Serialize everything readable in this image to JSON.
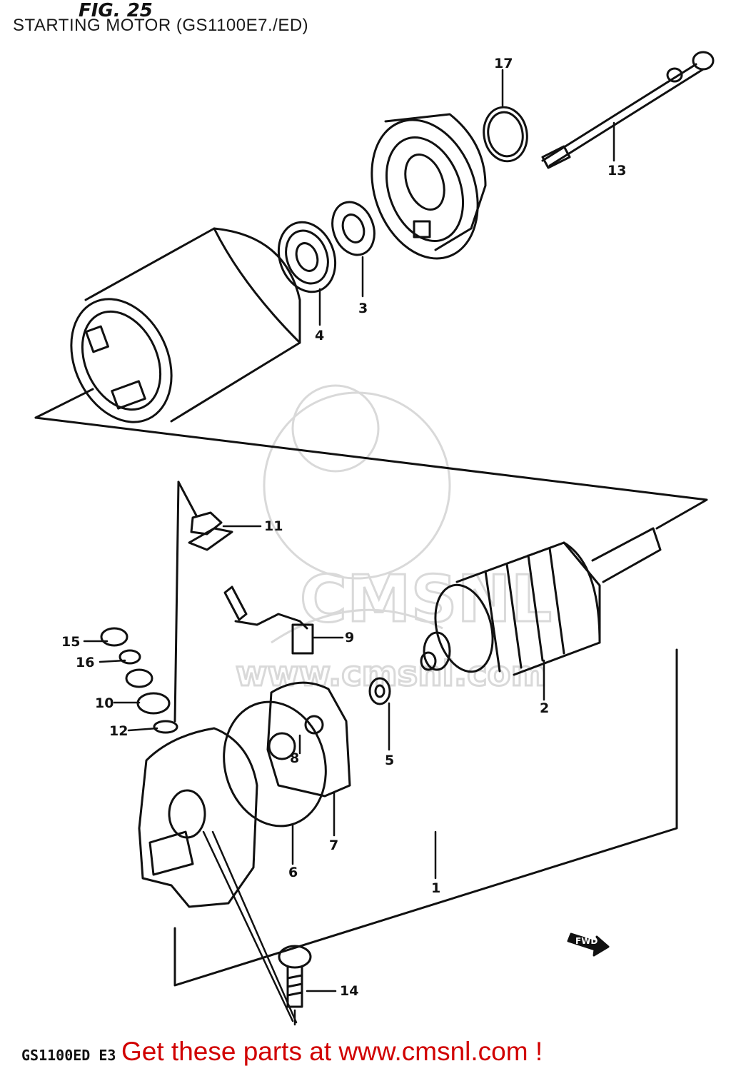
{
  "header": {
    "title": "STARTING MOTOR (GS1100E7./ED)",
    "figure_label": "FIG. 25"
  },
  "diagram": {
    "model_code": "GS1100ED E3",
    "fwd_marker": "FWD",
    "watermark": {
      "badge_text": "CMSNL",
      "url_text": "www.cmsnl.com"
    },
    "callouts": [
      "17",
      "13",
      "3",
      "4",
      "11",
      "9",
      "15",
      "16",
      "10",
      "12",
      "8",
      "2",
      "5",
      "7",
      "6",
      "1",
      "14"
    ]
  },
  "footer": {
    "cta": "Get these parts at www.cmsnl.com !"
  },
  "colors": {
    "line": "#111111",
    "cta": "#d10000",
    "watermark": "#d9d9d9"
  }
}
